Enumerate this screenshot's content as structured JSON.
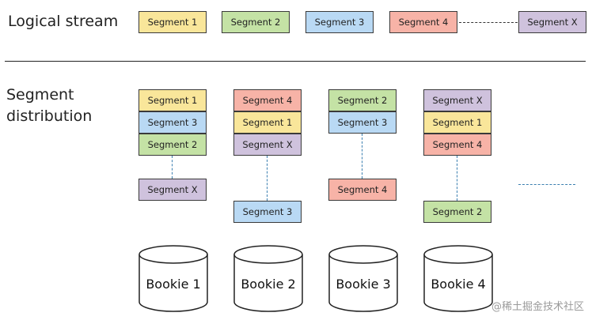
{
  "colors": {
    "segment_1": "#f9e69a",
    "segment_2": "#c4e2a5",
    "segment_3": "#b9d9f4",
    "segment_4": "#f7b3a7",
    "segment_x": "#cfc2dd",
    "connector": "#3b7fb0"
  },
  "logical_stream": {
    "label": "Logical stream",
    "segments": [
      "Segment 1",
      "Segment 2",
      "Segment 3",
      "Segment 4",
      "Segment X"
    ]
  },
  "segment_distribution": {
    "label_line1": "Segment",
    "label_line2": "distribution",
    "bookies": [
      {
        "name": "Bookie 1",
        "segments_top": [
          "Segment 1",
          "Segment 3",
          "Segment 2"
        ],
        "segment_bottom": "Segment X"
      },
      {
        "name": "Bookie 2",
        "segments_top": [
          "Segment 4",
          "Segment 1",
          "Segment X"
        ],
        "segment_bottom": "Segment 3"
      },
      {
        "name": "Bookie 3",
        "segments_top": [
          "Segment 2",
          "Segment 3"
        ],
        "segment_bottom": "Segment 4"
      },
      {
        "name": "Bookie 4",
        "segments_top": [
          "Segment X",
          "Segment 1",
          "Segment 4"
        ],
        "segment_bottom": "Segment 2"
      }
    ]
  },
  "watermark": "@稀土掘金技术社区"
}
